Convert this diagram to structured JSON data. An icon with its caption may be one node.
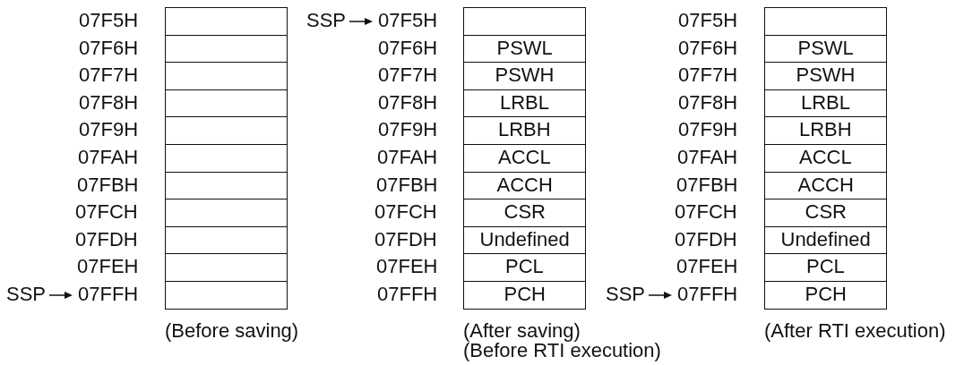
{
  "diagram": {
    "labels": [
      "07F5H",
      "SSP",
      "07F5H",
      "07F5H",
      "07F6H",
      "07F6H",
      "PSWL",
      "07F6H",
      "PSWL",
      "07F7H",
      "07F7H",
      "PSWH",
      "07F7H",
      "PSWH",
      "07F8H",
      "07F8H",
      "LRBL",
      "07F8H",
      "LRBL",
      "07F9H",
      "07F9H",
      "LRBH",
      "07F9H",
      "LRBH",
      "07FAH",
      "07FAH",
      "ACCL",
      "07FAH",
      "ACCL",
      "07FBH",
      "07FBH",
      "ACCH",
      "07FBH",
      "ACCH",
      "07FCH",
      "07FCH",
      "CSR",
      "07FCH",
      "CSR",
      "07FDH",
      "07FDH",
      "Undefined",
      "07FDH",
      "Undefined",
      "07FEH",
      "07FEH",
      "PCL",
      "07FEH",
      "PCL",
      "SSP",
      "07FFH",
      "07FFH",
      "PCH",
      "SSP",
      "07FFH",
      "PCH",
      "(Before saving)",
      "(After saving)",
      "(Before RTI execution)",
      "(After RTI execution)"
    ]
  }
}
